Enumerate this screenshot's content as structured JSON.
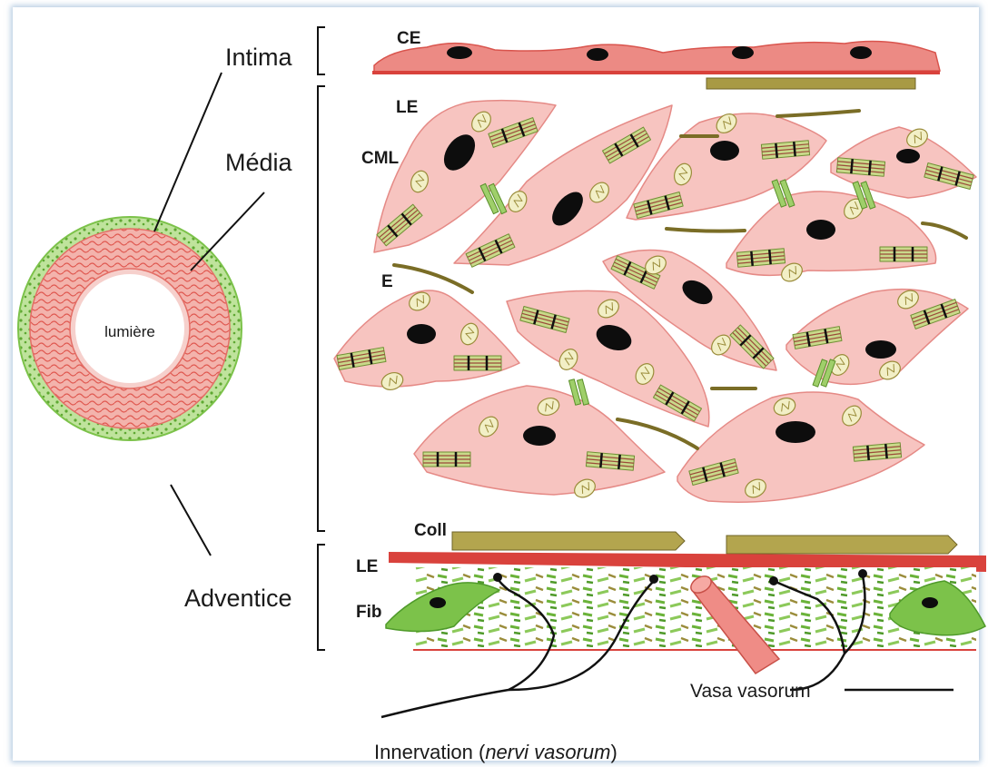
{
  "labels": {
    "intima": "Intima",
    "media": "Média",
    "adventice": "Adventice",
    "lumiere": "lumière",
    "ce": "CE",
    "le_top": "LE",
    "cml": "CML",
    "e": "E",
    "coll": "Coll",
    "le_bottom": "LE",
    "fib": "Fib",
    "vasa": "Vasa vasorum",
    "innervation": "Innervation",
    "nervi": "nervi vasorum"
  },
  "colors": {
    "cell_fill": "#f7c4c0",
    "cell_stroke": "#e58a86",
    "endothelium": "#e8706a",
    "elastin": "#d9423c",
    "collagen": "#9a8c3a",
    "adventitia_green": "#7cc24a",
    "nucleus": "#0d0d0d",
    "mitochondria": "#f2efc6"
  }
}
